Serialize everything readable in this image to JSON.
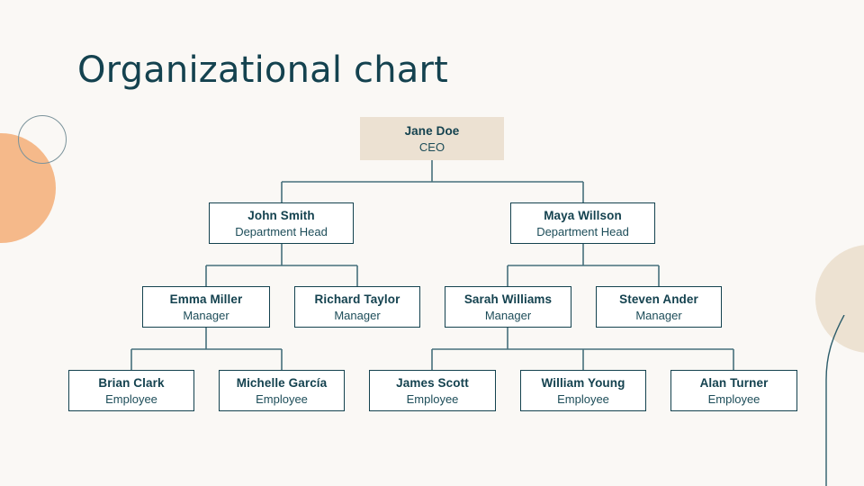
{
  "slide": {
    "title": "Organizational chart",
    "background_color": "#faf8f5",
    "text_color": "#14424f",
    "line_color": "#46707c"
  },
  "decor": {
    "orange_circle_color": "#f5b98a",
    "beige_circle_color": "#ede2d2",
    "outline_circle_color": "#7b939b"
  },
  "chart_data": {
    "type": "diagram",
    "title": "Organizational chart",
    "levels": [
      {
        "label": "CEO"
      },
      {
        "label": "Department Head"
      },
      {
        "label": "Manager"
      },
      {
        "label": "Employee"
      }
    ],
    "nodes": [
      {
        "id": "n0",
        "name": "Jane Doe",
        "role": "CEO",
        "level": 0,
        "parent": null
      },
      {
        "id": "n1",
        "name": "John Smith",
        "role": "Department Head",
        "level": 1,
        "parent": "n0"
      },
      {
        "id": "n2",
        "name": "Maya Willson",
        "role": "Department Head",
        "level": 1,
        "parent": "n0"
      },
      {
        "id": "n3",
        "name": "Emma Miller",
        "role": "Manager",
        "level": 2,
        "parent": "n1"
      },
      {
        "id": "n4",
        "name": "Richard Taylor",
        "role": "Manager",
        "level": 2,
        "parent": "n1"
      },
      {
        "id": "n5",
        "name": "Sarah Williams",
        "role": "Manager",
        "level": 2,
        "parent": "n2"
      },
      {
        "id": "n6",
        "name": "Steven Ander",
        "role": "Manager",
        "level": 2,
        "parent": "n2"
      },
      {
        "id": "n7",
        "name": "Brian Clark",
        "role": "Employee",
        "level": 3,
        "parent": "n3"
      },
      {
        "id": "n8",
        "name": "Michelle García",
        "role": "Employee",
        "level": 3,
        "parent": "n3"
      },
      {
        "id": "n9",
        "name": "James Scott",
        "role": "Employee",
        "level": 3,
        "parent": "n5"
      },
      {
        "id": "n10",
        "name": "William Young",
        "role": "Employee",
        "level": 3,
        "parent": "n5"
      },
      {
        "id": "n11",
        "name": "Alan Turner",
        "role": "Employee",
        "level": 3,
        "parent": "n5"
      }
    ]
  },
  "nodes": {
    "n0": {
      "name": "Jane Doe",
      "role": "CEO"
    },
    "n1": {
      "name": "John Smith",
      "role": "Department Head"
    },
    "n2": {
      "name": "Maya Willson",
      "role": "Department Head"
    },
    "n3": {
      "name": "Emma Miller",
      "role": "Manager"
    },
    "n4": {
      "name": "Richard Taylor",
      "role": "Manager"
    },
    "n5": {
      "name": "Sarah Williams",
      "role": "Manager"
    },
    "n6": {
      "name": "Steven Ander",
      "role": "Manager"
    },
    "n7": {
      "name": "Brian Clark",
      "role": "Employee"
    },
    "n8": {
      "name": "Michelle García",
      "role": "Employee"
    },
    "n9": {
      "name": "James Scott",
      "role": "Employee"
    },
    "n10": {
      "name": "William Young",
      "role": "Employee"
    },
    "n11": {
      "name": "Alan Turner",
      "role": "Employee"
    }
  }
}
